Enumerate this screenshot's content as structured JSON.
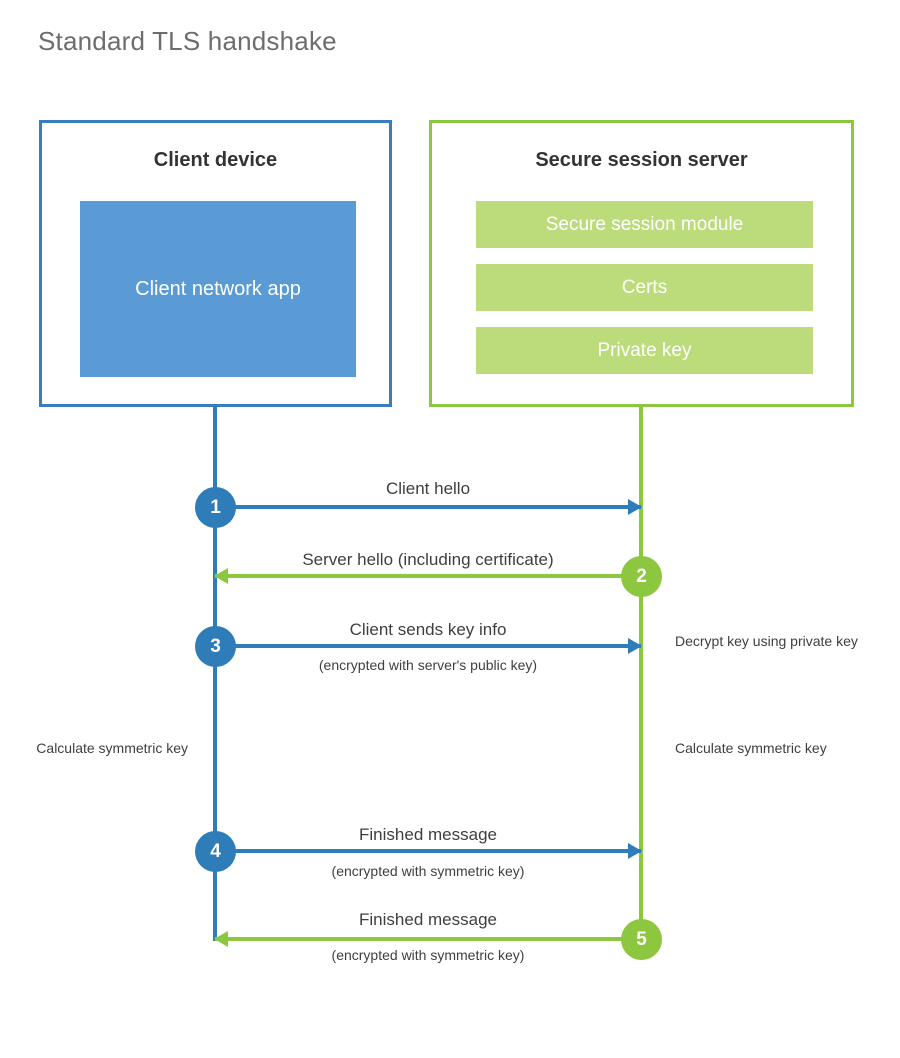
{
  "title": "Standard TLS handshake",
  "colors": {
    "client_blue": "#2e7db8",
    "client_app_fill": "#5b9bd5",
    "server_green": "#8dc63f",
    "server_block_fill": "#bcdc7c",
    "title_gray": "#6d6d6d",
    "text_gray": "#3f3f3f"
  },
  "client": {
    "title": "Client device",
    "app_label": "Client network app"
  },
  "server": {
    "title": "Secure session server",
    "blocks": [
      {
        "label": "Secure session module"
      },
      {
        "label": "Certs"
      },
      {
        "label": "Private key"
      }
    ]
  },
  "steps": [
    {
      "number": "1",
      "label": "Client hello",
      "sublabel": "",
      "direction": "client-to-server",
      "color": "blue"
    },
    {
      "number": "2",
      "label": "Server hello (including certificate)",
      "sublabel": "",
      "direction": "server-to-client",
      "color": "green"
    },
    {
      "number": "3",
      "label": "Client sends key info",
      "sublabel": "(encrypted with server's public key)",
      "direction": "client-to-server",
      "color": "blue"
    },
    {
      "number": "4",
      "label": "Finished message",
      "sublabel": "(encrypted with symmetric key)",
      "direction": "client-to-server",
      "color": "blue"
    },
    {
      "number": "5",
      "label": "Finished message",
      "sublabel": "(encrypted with symmetric key)",
      "direction": "server-to-client",
      "color": "green"
    }
  ],
  "notes": {
    "decrypt": "Decrypt key using private key",
    "calculate_client": "Calculate symmetric key",
    "calculate_server": "Calculate symmetric key"
  }
}
